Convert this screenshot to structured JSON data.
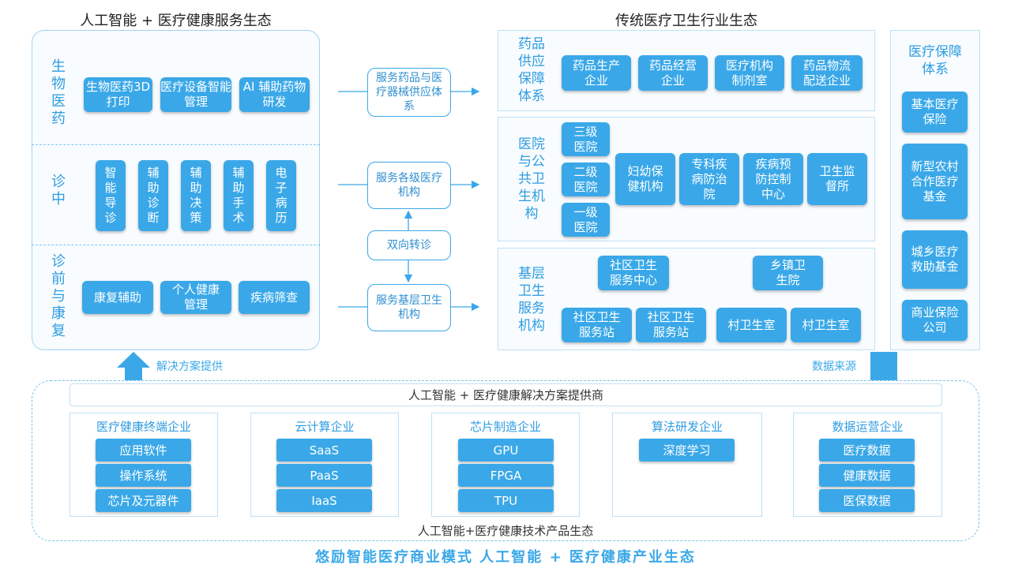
{
  "titles": {
    "left": "人工智能 + 医疗健康服务生态",
    "right": "传统医疗卫生行业生态",
    "bottom": "悠励智能医疗商业模式 人工智能 + 医疗健康产业生态"
  },
  "left": {
    "sections": [
      {
        "label": "生物医药",
        "items": [
          "生物医药3D 打印",
          "医疗设备智能管理",
          "AI 辅助药物研发"
        ]
      },
      {
        "label": "诊中",
        "items": [
          "智能导诊",
          "辅助诊断",
          "辅助决策",
          "辅助手术",
          "电子病历"
        ]
      },
      {
        "label": "诊前与康复",
        "items": [
          "康复辅助",
          "个人健康管理",
          "疾病筛查"
        ]
      }
    ]
  },
  "connectors": {
    "drugs": "服务药品与医疗器械供应体系",
    "hospitals": "服务各级医疗机构",
    "referral": "双向转诊",
    "grassroots": "服务基层卫生机构"
  },
  "traditional": {
    "supply": {
      "label": "药品供应保障体系",
      "items": [
        "药品生产企业",
        "药品经营企业",
        "医疗机构制剂室",
        "药品物流配送企业"
      ]
    },
    "hospital": {
      "label": "医院与公共卫生机构",
      "levels": [
        "三级医院",
        "二级医院",
        "一级医院"
      ],
      "items": [
        "妇幼保健机构",
        "专科疾病防治院",
        "疾病预防控制中心",
        "卫生监督所"
      ]
    },
    "grassroots": {
      "label": "基层卫生服务机构",
      "community_center": "社区卫生服务中心",
      "township": "乡镇卫生院",
      "stations": [
        "社区卫生服务站",
        "社区卫生服务站"
      ],
      "villages": [
        "村卫生室",
        "村卫生室"
      ]
    }
  },
  "insurance": {
    "label": "医疗保障体系",
    "items": [
      "基本医疗保险",
      "新型农村合作医疗基金",
      "城乡医疗救助基金",
      "商业保险公司"
    ]
  },
  "arrows": {
    "solution": "解决方案提供",
    "data_source": "数据来源"
  },
  "bottom": {
    "provider_bar": "人工智能 + 医疗健康解决方案提供商",
    "footer": "人工智能+医疗健康技术产品生态",
    "groups": [
      {
        "title": "医疗健康终端企业",
        "items": [
          "应用软件",
          "操作系统",
          "芯片及元器件"
        ]
      },
      {
        "title": "云计算企业",
        "items": [
          "SaaS",
          "PaaS",
          "IaaS"
        ]
      },
      {
        "title": "芯片制造企业",
        "items": [
          "GPU",
          "FPGA",
          "TPU"
        ]
      },
      {
        "title": "算法研发企业",
        "items": [
          "深度学习"
        ]
      },
      {
        "title": "数据运营企业",
        "items": [
          "医疗数据",
          "健康数据",
          "医保数据"
        ]
      }
    ]
  },
  "colors": {
    "accent": "#3aa8e8",
    "title_blue": "#2f9ce0"
  }
}
